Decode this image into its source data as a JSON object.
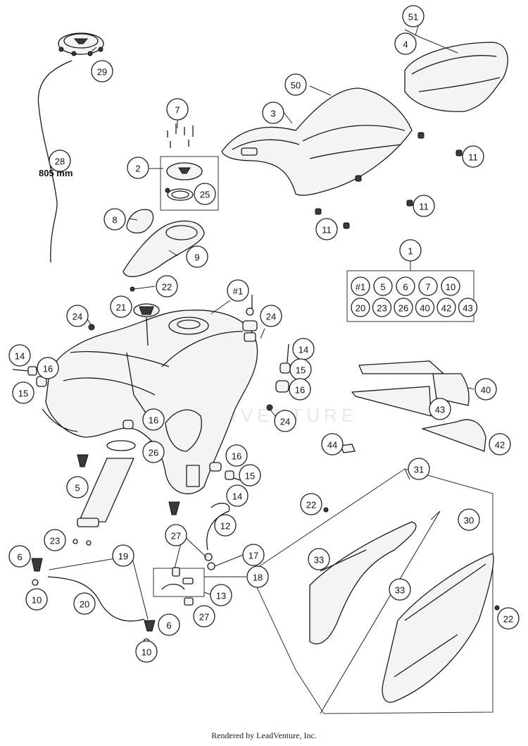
{
  "watermark": "LEADVENTURE",
  "hose_length_label": "805 mm",
  "footer": "Rendered by LeadVenture, Inc.",
  "kit_contents": [
    "#1",
    "5",
    "6",
    "7",
    "10",
    "20",
    "23",
    "26",
    "40",
    "42",
    "43"
  ],
  "callouts": [
    {
      "id": "c51",
      "label": "51"
    },
    {
      "id": "c4",
      "label": "4"
    },
    {
      "id": "c29",
      "label": "29"
    },
    {
      "id": "c28",
      "label": "28"
    },
    {
      "id": "c7",
      "label": "7"
    },
    {
      "id": "c50",
      "label": "50"
    },
    {
      "id": "c3",
      "label": "3"
    },
    {
      "id": "c2",
      "label": "2"
    },
    {
      "id": "c25",
      "label": "25"
    },
    {
      "id": "c11a",
      "label": "11"
    },
    {
      "id": "c11b",
      "label": "11"
    },
    {
      "id": "c11c",
      "label": "11"
    },
    {
      "id": "c8",
      "label": "8"
    },
    {
      "id": "c9",
      "label": "9"
    },
    {
      "id": "c1",
      "label": "1"
    },
    {
      "id": "c22a",
      "label": "22"
    },
    {
      "id": "c21",
      "label": "21"
    },
    {
      "id": "c1b",
      "label": "#1"
    },
    {
      "id": "c24a",
      "label": "24"
    },
    {
      "id": "c24b",
      "label": "24"
    },
    {
      "id": "c24c",
      "label": "24"
    },
    {
      "id": "c14a",
      "label": "14"
    },
    {
      "id": "c16a",
      "label": "16"
    },
    {
      "id": "c15a",
      "label": "15"
    },
    {
      "id": "c14b",
      "label": "14"
    },
    {
      "id": "c15b",
      "label": "15"
    },
    {
      "id": "c16b",
      "label": "16"
    },
    {
      "id": "c40",
      "label": "40"
    },
    {
      "id": "c43",
      "label": "43"
    },
    {
      "id": "c16c",
      "label": "16"
    },
    {
      "id": "c26",
      "label": "26"
    },
    {
      "id": "c42",
      "label": "42"
    },
    {
      "id": "c44",
      "label": "44"
    },
    {
      "id": "c16d",
      "label": "16"
    },
    {
      "id": "c15c",
      "label": "15"
    },
    {
      "id": "c14c",
      "label": "14"
    },
    {
      "id": "c5",
      "label": "5"
    },
    {
      "id": "c31",
      "label": "31"
    },
    {
      "id": "c22b",
      "label": "22"
    },
    {
      "id": "c30",
      "label": "30"
    },
    {
      "id": "c27a",
      "label": "27"
    },
    {
      "id": "c12",
      "label": "12"
    },
    {
      "id": "c23",
      "label": "23"
    },
    {
      "id": "c6a",
      "label": "6"
    },
    {
      "id": "c19",
      "label": "19"
    },
    {
      "id": "c17",
      "label": "17"
    },
    {
      "id": "c33a",
      "label": "33"
    },
    {
      "id": "c18",
      "label": "18"
    },
    {
      "id": "c13",
      "label": "13"
    },
    {
      "id": "c10a",
      "label": "10"
    },
    {
      "id": "c20",
      "label": "20"
    },
    {
      "id": "c33b",
      "label": "33"
    },
    {
      "id": "c27b",
      "label": "27"
    },
    {
      "id": "c6b",
      "label": "6"
    },
    {
      "id": "c22c",
      "label": "22"
    },
    {
      "id": "c10b",
      "label": "10"
    }
  ]
}
